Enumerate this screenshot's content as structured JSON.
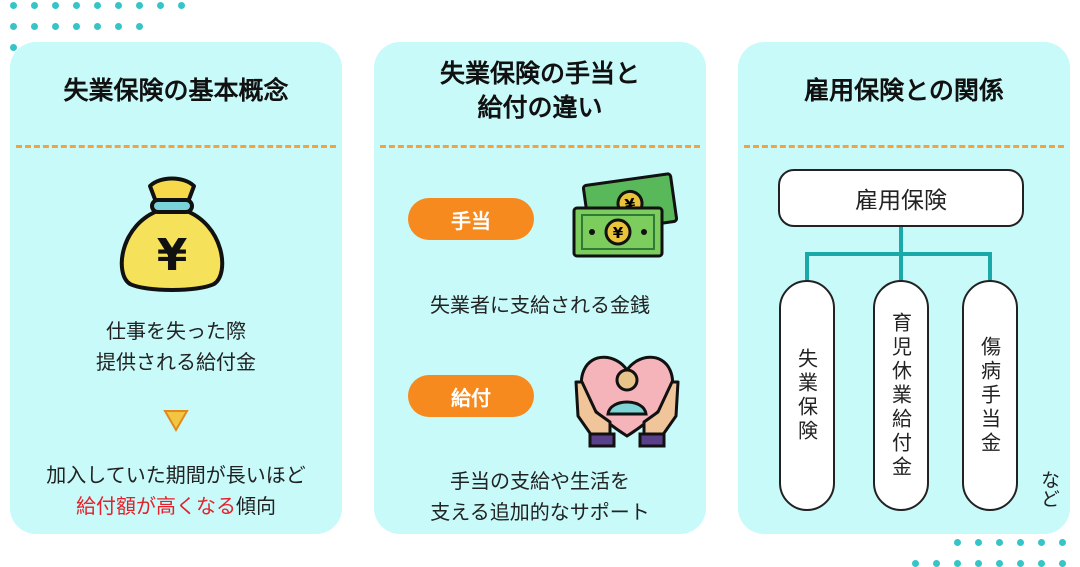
{
  "cards": [
    {
      "title": "失業保険の基本概念",
      "icon": "money-bag-yen-icon",
      "line1": "仕事を失った際",
      "line2": "提供される給付金",
      "bottom1": "加入していた期間が長いほど",
      "bottom2_red": "給付額が高くなる",
      "bottom2_rest": "傾向"
    },
    {
      "title_l1": "失業保険の手当と",
      "title_l2": "給付の違い",
      "pill1": "手当",
      "desc1": "失業者に支給される金銭",
      "pill2": "給付",
      "desc2_l1": "手当の支給や生活を",
      "desc2_l2": "支える追加的なサポート",
      "icon1": "cash-yen-icon",
      "icon2": "care-hands-heart-icon"
    },
    {
      "title": "雇用保険との関係",
      "root": "雇用保険",
      "children": [
        "失業保険",
        "育児休業給付金",
        "傷病手当金"
      ],
      "etc": "など"
    }
  ],
  "colors": {
    "card_bg": "#c8fafa",
    "accent_orange": "#f68a1e",
    "dash": "#f6a23c",
    "dots": "#35c4c8",
    "highlight": "#e6202a"
  }
}
